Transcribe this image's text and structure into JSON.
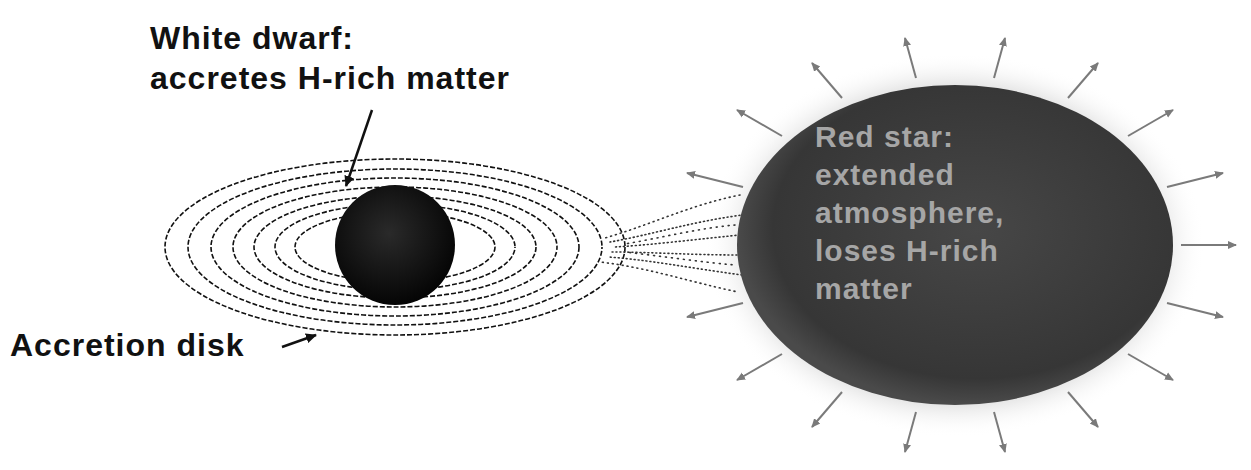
{
  "diagram": {
    "nodes": [
      {
        "text": [
          "Red star: extended atmosphere, loses H-rich matter"
        ]
      }
    ],
    "labels": [
      "White dwarf: accretes H-rich matter",
      "Accretion disk"
    ]
  }
}
